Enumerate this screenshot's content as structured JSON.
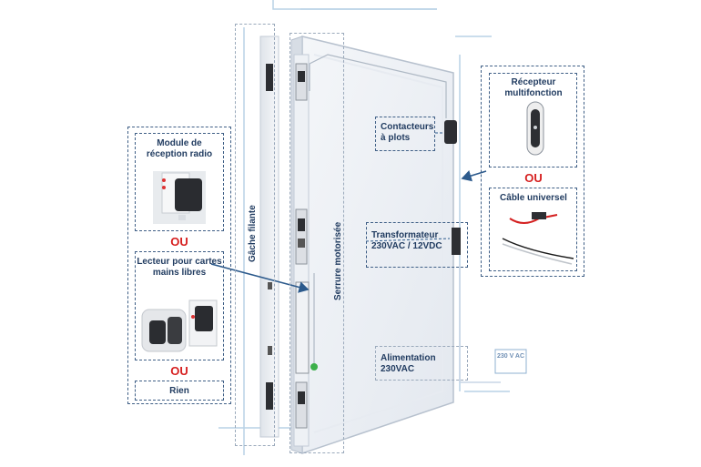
{
  "labels": {
    "module_radio": "Module de réception radio",
    "ou_1": "OU",
    "lecteur": "Lecteur pour cartes mains libres",
    "ou_2": "OU",
    "rien": "Rien",
    "gache": "Gâche filante",
    "serrure": "Serrure motorisée",
    "contacteurs": "Contacteurs à plots",
    "transformateur": "Transformateur 230VAC / 12VDC",
    "alimentation": "Alimentation 230VAC",
    "plug": "230 V AC",
    "recepteur": "Récepteur multifonction",
    "ou_3": "OU",
    "cable": "Câble universel"
  },
  "colors": {
    "label": "#1f3a5f",
    "ou": "#d62020",
    "dashed_box": "#3f5f86",
    "arrow": "#2c5a8c"
  }
}
